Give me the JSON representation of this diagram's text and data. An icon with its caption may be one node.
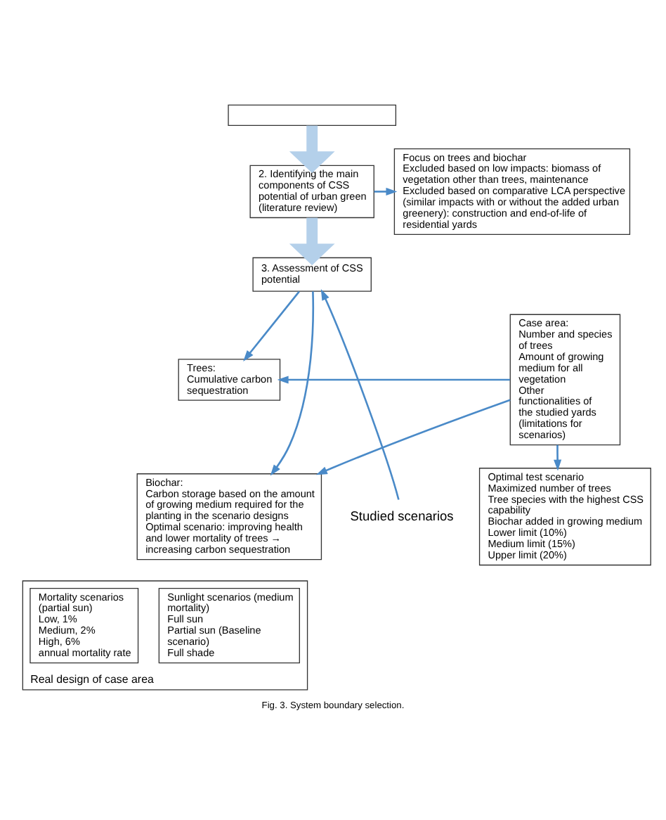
{
  "diagram": {
    "caption": "Fig. 3. System boundary selection.",
    "nodes": [
      {
        "text": [],
        "shape": "box"
      },
      {
        "text": [
          "2. Identifying the main components of CSS potential of urban green (literature review)"
        ]
      },
      {
        "text": [
          "Focus on trees and biochar",
          "Excluded based on low impacts: biomass of vegetation other than trees, maintenance",
          "Excluded based on comparative LCA perspective (similar impacts with or without the added urban greenery): construction and end-of-life of residential yards"
        ]
      },
      {
        "text": [
          "3. Assessment of CSS potential"
        ]
      },
      {
        "text": [
          "Trees:",
          "Cumulative carbon sequestration"
        ]
      },
      {
        "text": [
          "Biochar:",
          "Carbon storage based on the amount of growing medium required for the planting in the scenario designs",
          "Optimal scenario: improving health and lower mortality of trees → increasing carbon sequestration"
        ]
      },
      {
        "text": [
          "Case area:",
          "Number and species of trees",
          "Amount of growing medium for all vegetation",
          "Other functionalities of the studied yards (limitations for scenarios)"
        ]
      },
      {
        "text": [
          "Studied scenarios"
        ]
      },
      {
        "text": [
          "Real design of case area"
        ]
      },
      {
        "text": [
          "Sunlight scenarios (medium mortality)",
          "Full sun",
          "Partial sun (Baseline scenario)",
          "Full shade"
        ],
        "in": 8
      },
      {
        "text": [
          "Mortality scenarios (partial sun)",
          "Low, 1%",
          "Medium, 2%",
          "High, 6%",
          "annual mortality rate"
        ],
        "in": 8
      },
      {
        "text": [
          "Optimal test scenario",
          "Maximized number of trees",
          "Tree species with the highest CSS capability",
          "Biochar added in growing medium",
          "Lower limit (10%)",
          "Medium limit (15%)",
          "Upper limit (20%)"
        ]
      }
    ],
    "edges": [
      {
        "from": 0,
        "to": 1,
        "arrow": "to",
        "style": "thick",
        "color": "#b4d0ea"
      },
      {
        "from": 1,
        "to": 2,
        "arrow": "to"
      },
      {
        "from": 1,
        "to": 3,
        "arrow": "to",
        "style": "thick",
        "color": "#b4d0ea"
      },
      {
        "from": 3,
        "to": 4,
        "arrow": "to"
      },
      {
        "from": 3,
        "to": 5,
        "arrow": "to"
      },
      {
        "from": 6,
        "to": 4,
        "arrow": "to"
      },
      {
        "from": 6,
        "to": 5,
        "arrow": "to"
      },
      {
        "from": 7,
        "to": 3,
        "arrow": "to"
      },
      {
        "from": 6,
        "to": 11,
        "arrow": "to"
      }
    ]
  }
}
